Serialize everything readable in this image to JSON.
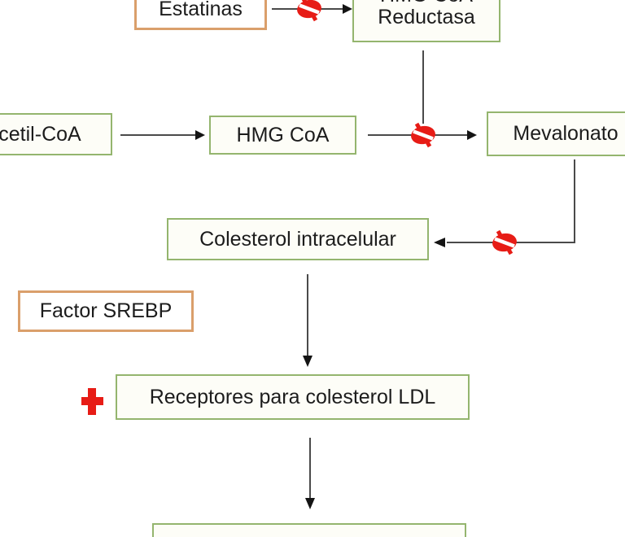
{
  "diagram": {
    "type": "flowchart",
    "language": "es",
    "boxes": {
      "estatinas": {
        "label": "Estatinas",
        "border": "orange"
      },
      "hmg_coa_reductasa": {
        "line1": "HMG CoA",
        "line2": "Reductasa",
        "border": "green"
      },
      "acetil_coa": {
        "label": "cetil-CoA",
        "border": "green"
      },
      "hmg_coa": {
        "label": "HMG CoA",
        "border": "green"
      },
      "mevalonato": {
        "label": "Mevalonato",
        "border": "green"
      },
      "colesterol_intracelular": {
        "label": "Colesterol intracelular",
        "border": "green"
      },
      "factor_srebp": {
        "label": "Factor SREBP",
        "border": "orange"
      },
      "receptores_ldl": {
        "label": "Receptores para colesterol LDL",
        "border": "green"
      },
      "bottom_box": {
        "label": "",
        "border": "green"
      }
    },
    "icons": {
      "inhibition_sign": "prohibition-icon (red circle with slash), appears 3 times",
      "stimulation_sign": "plus-icon (red cross), appears once"
    },
    "colors": {
      "green_border": "#94B56E",
      "orange_border": "#DA9F6B",
      "red": "#E71C16",
      "line": "#4A4A4A",
      "arrow": "#141414",
      "text": "#1C1C1C",
      "box_fill": "#FDFDF7",
      "background": "#FFFFFF"
    }
  }
}
